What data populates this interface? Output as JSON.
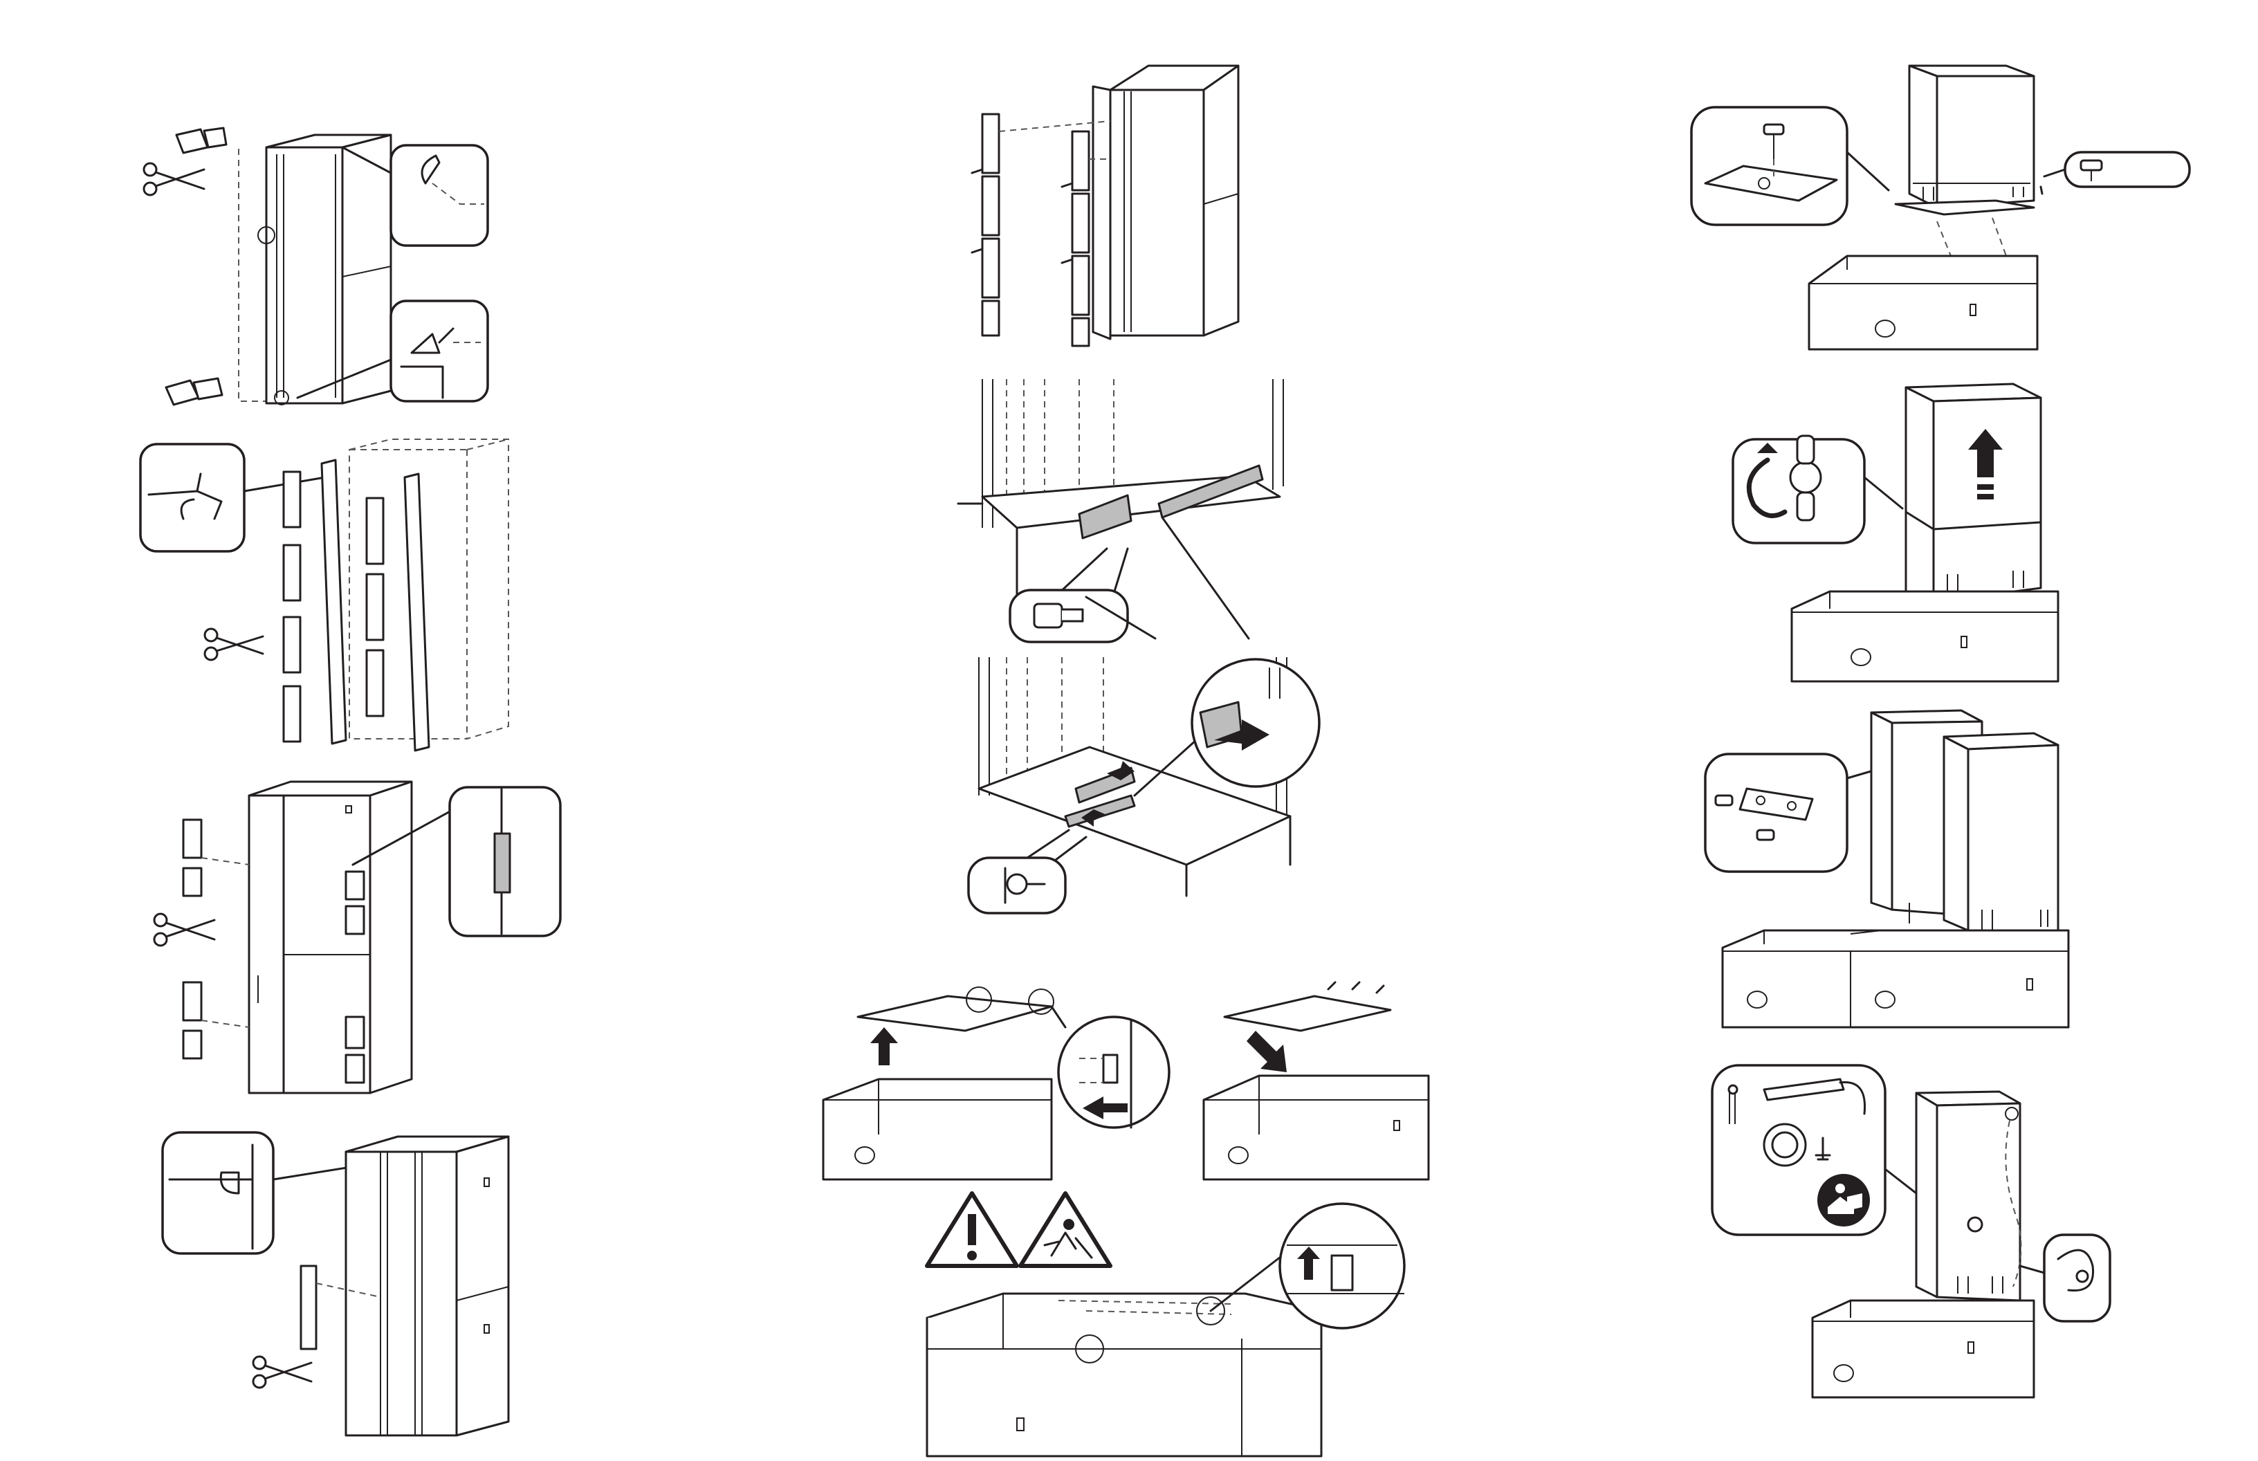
{
  "document": {
    "type": "installation-pictogram-sheet",
    "columns": 3,
    "text_labels": []
  },
  "colors": {
    "line": "#231f20",
    "paper": "#ffffff",
    "part_fill": "#bdbdbd",
    "dashed_guide": "#555555"
  },
  "icons": {
    "cut": "scissors-icon",
    "direction": "arrow-icon",
    "rotate": "rotate-arrow-icon",
    "warning": "warning-triangle-icon",
    "caution": "caution-lifting-icon",
    "manual": "read-manual-icon"
  },
  "steps": [
    {
      "id": "col1-step1",
      "icons": [
        "scissors-icon",
        "magnified-callout"
      ]
    },
    {
      "id": "col1-step2",
      "icons": [
        "scissors-icon",
        "magnified-callout"
      ]
    },
    {
      "id": "col1-step3",
      "icons": [
        "scissors-icon",
        "magnified-callout"
      ]
    },
    {
      "id": "col1-step4",
      "icons": [
        "scissors-icon",
        "magnified-callout"
      ]
    },
    {
      "id": "col2-step1",
      "icons": []
    },
    {
      "id": "col2-step2",
      "icons": [
        "bolt-callout"
      ]
    },
    {
      "id": "col2-step3",
      "icons": [
        "arrow-icon",
        "thumbscrew-callout"
      ]
    },
    {
      "id": "col2-step4",
      "icons": [
        "arrow-icon",
        "magnified-callout"
      ]
    },
    {
      "id": "col2-step5",
      "icons": [
        "warning-triangle-icon",
        "caution-lifting-icon",
        "arrow-icon"
      ]
    },
    {
      "id": "col3-step1",
      "icons": [
        "screw-callout"
      ]
    },
    {
      "id": "col3-step2",
      "icons": [
        "rotate-arrow-icon",
        "arrow-icon"
      ]
    },
    {
      "id": "col3-step3",
      "icons": [
        "bracket-callout"
      ]
    },
    {
      "id": "col3-step4",
      "icons": [
        "read-manual-icon",
        "grounding-callout"
      ]
    }
  ]
}
